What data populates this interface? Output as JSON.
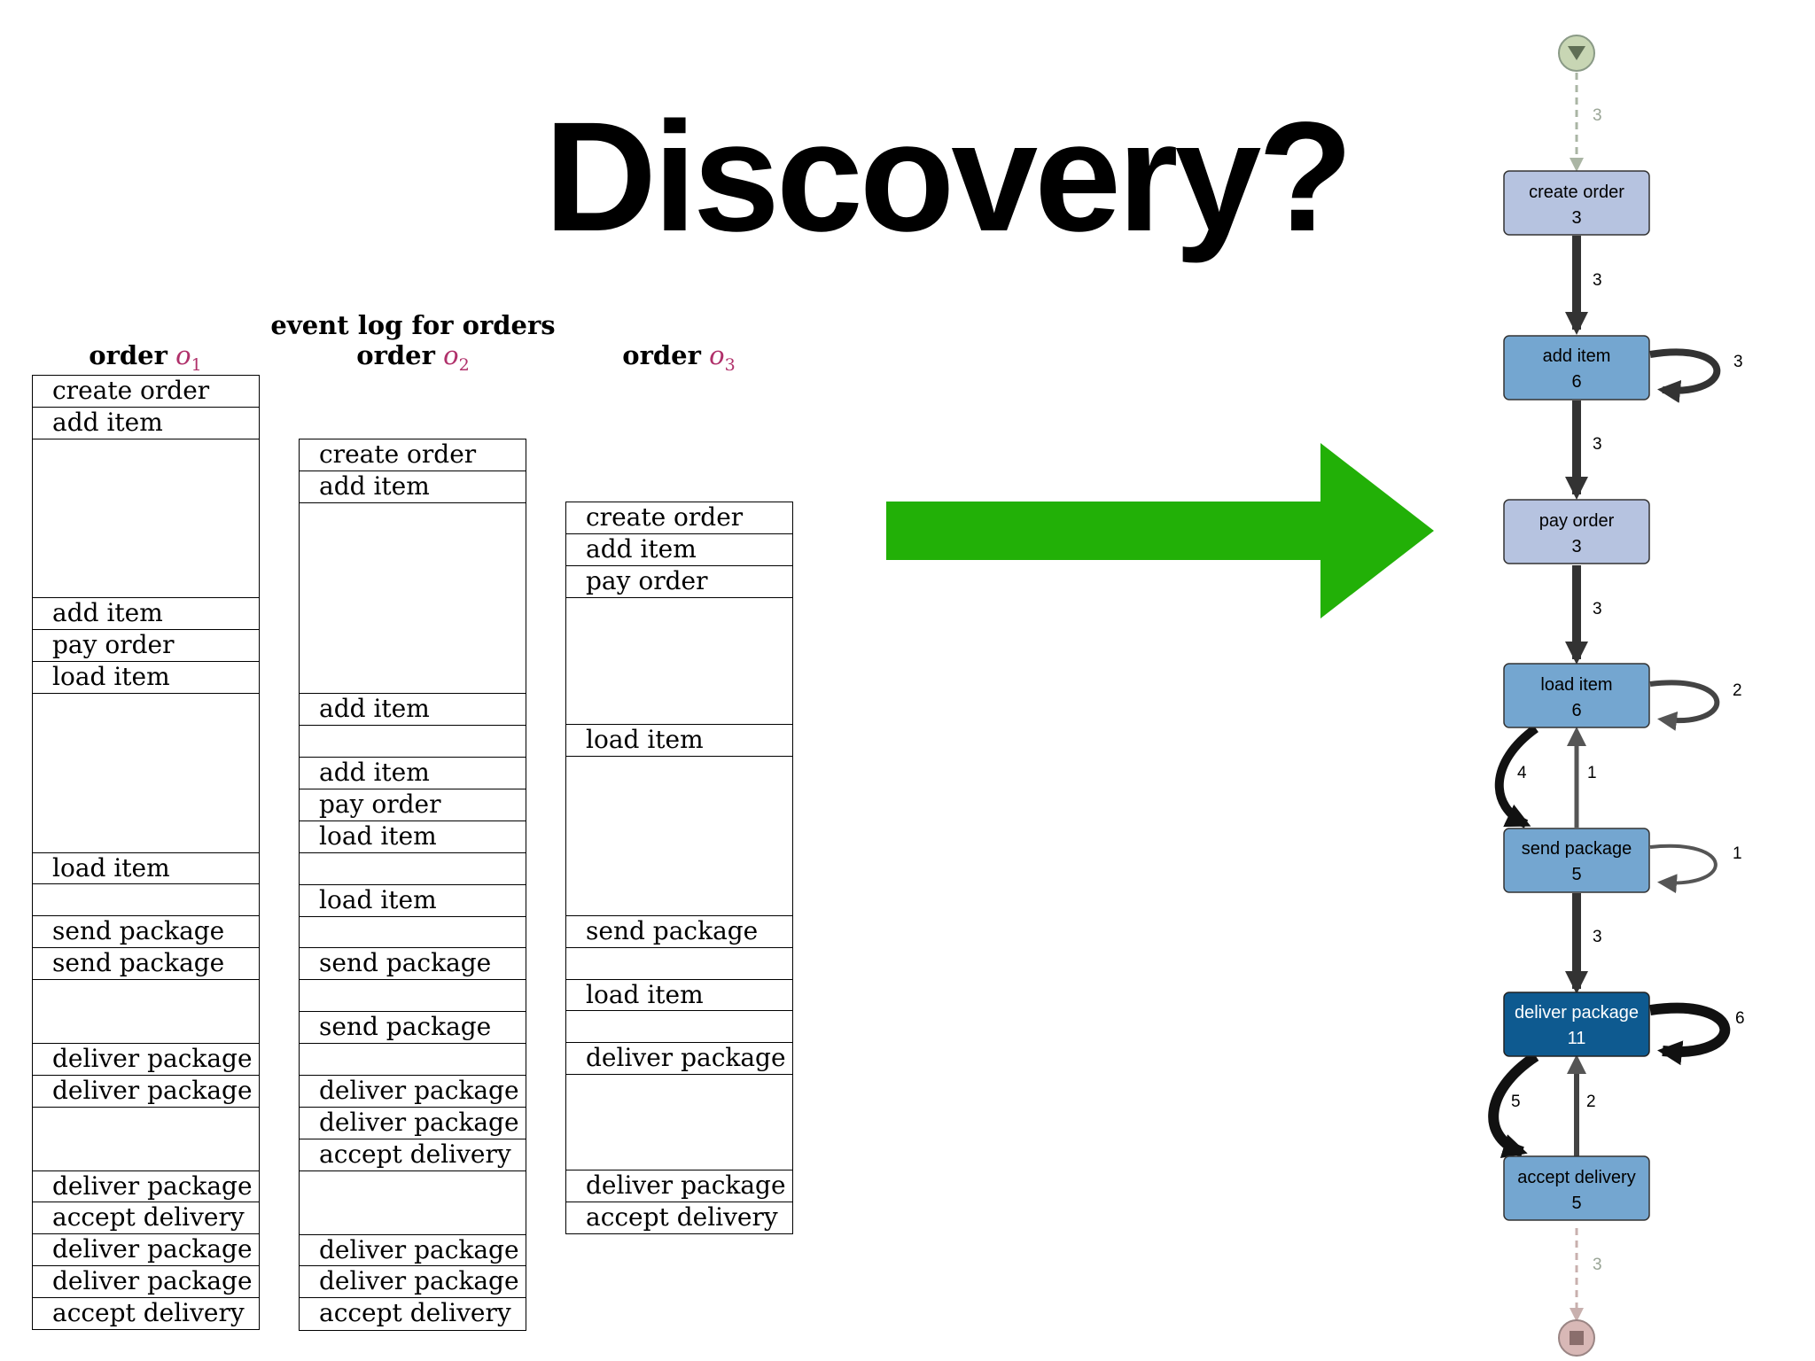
{
  "title": "Discovery?",
  "event_log": {
    "heading": "event log for orders",
    "columns": [
      {
        "label": "order",
        "object": "o",
        "subscript": "1",
        "cells": [
          "create order",
          "add item",
          "",
          "add item",
          "pay order",
          "load item",
          "",
          "load item",
          "",
          "send package",
          "send package",
          "",
          "deliver package",
          "deliver package",
          "",
          "deliver package",
          "accept delivery",
          "deliver package",
          "deliver package",
          "accept delivery"
        ]
      },
      {
        "label": "order",
        "object": "o",
        "subscript": "2",
        "cells": [
          "create order",
          "add item",
          "",
          "add item",
          "",
          "add item",
          "pay order",
          "load item",
          "",
          "load item",
          "",
          "send package",
          "",
          "send package",
          "",
          "deliver package",
          "deliver package",
          "accept delivery",
          "",
          "deliver package",
          "deliver package",
          "accept delivery"
        ]
      },
      {
        "label": "order",
        "object": "o",
        "subscript": "3",
        "cells": [
          "create order",
          "add item",
          "pay order",
          "",
          "load item",
          "",
          "send package",
          "",
          "load item",
          "",
          "deliver package",
          "",
          "deliver package",
          "accept delivery"
        ]
      }
    ]
  },
  "arrow": {
    "color": "#22b007"
  },
  "process_map": {
    "start_edge_count": "3",
    "end_edge_count": "3",
    "nodes": [
      {
        "id": "create-order",
        "label": "create order",
        "count": "3",
        "fill": "#b6c3e0",
        "text": "#000000"
      },
      {
        "id": "add-item",
        "label": "add item",
        "count": "6",
        "fill": "#74a6d0",
        "text": "#000000"
      },
      {
        "id": "pay-order",
        "label": "pay order",
        "count": "3",
        "fill": "#b6c3e0",
        "text": "#000000"
      },
      {
        "id": "load-item",
        "label": "load item",
        "count": "6",
        "fill": "#74a6d0",
        "text": "#000000"
      },
      {
        "id": "send-package",
        "label": "send package",
        "count": "5",
        "fill": "#74a6d0",
        "text": "#000000"
      },
      {
        "id": "deliver-package",
        "label": "deliver package",
        "count": "11",
        "fill": "#0e5a90",
        "text": "#ffffff"
      },
      {
        "id": "accept-delivery",
        "label": "accept delivery",
        "count": "5",
        "fill": "#74a6d0",
        "text": "#000000"
      }
    ],
    "edges": [
      {
        "from": "create-order",
        "to": "add-item",
        "count": "3"
      },
      {
        "from": "add-item",
        "to": "add-item",
        "count": "3"
      },
      {
        "from": "add-item",
        "to": "pay-order",
        "count": "3"
      },
      {
        "from": "pay-order",
        "to": "load-item",
        "count": "3"
      },
      {
        "from": "load-item",
        "to": "load-item",
        "count": "2"
      },
      {
        "from": "load-item",
        "to": "send-package",
        "count": "4"
      },
      {
        "from": "send-package",
        "to": "load-item",
        "count": "1"
      },
      {
        "from": "send-package",
        "to": "send-package",
        "count": "1"
      },
      {
        "from": "send-package",
        "to": "deliver-package",
        "count": "3"
      },
      {
        "from": "deliver-package",
        "to": "deliver-package",
        "count": "6"
      },
      {
        "from": "deliver-package",
        "to": "accept-delivery",
        "count": "5"
      },
      {
        "from": "accept-delivery",
        "to": "deliver-package",
        "count": "2"
      }
    ]
  }
}
